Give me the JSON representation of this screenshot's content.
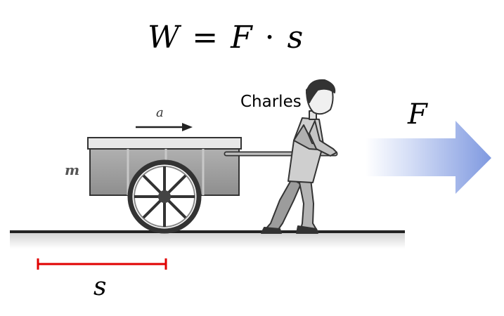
{
  "formula": {
    "lhs": "W",
    "equals": "=",
    "force": "F",
    "dot": "·",
    "displacement": "s"
  },
  "labels": {
    "person": "Charles",
    "force": "F",
    "acceleration": "a",
    "mass": "m",
    "displacement": "s"
  },
  "colors": {
    "force_arrow": "#7f99e0",
    "displacement_bar": "#e00000",
    "cart_body": "#9a9a9a",
    "ground": "#d9d9d9"
  },
  "icons": {
    "cart": "cart-icon",
    "person": "person-icon",
    "wheel": "wheel-icon",
    "force_arrow": "force-arrow-icon",
    "acceleration_arrow": "acceleration-arrow-icon"
  }
}
